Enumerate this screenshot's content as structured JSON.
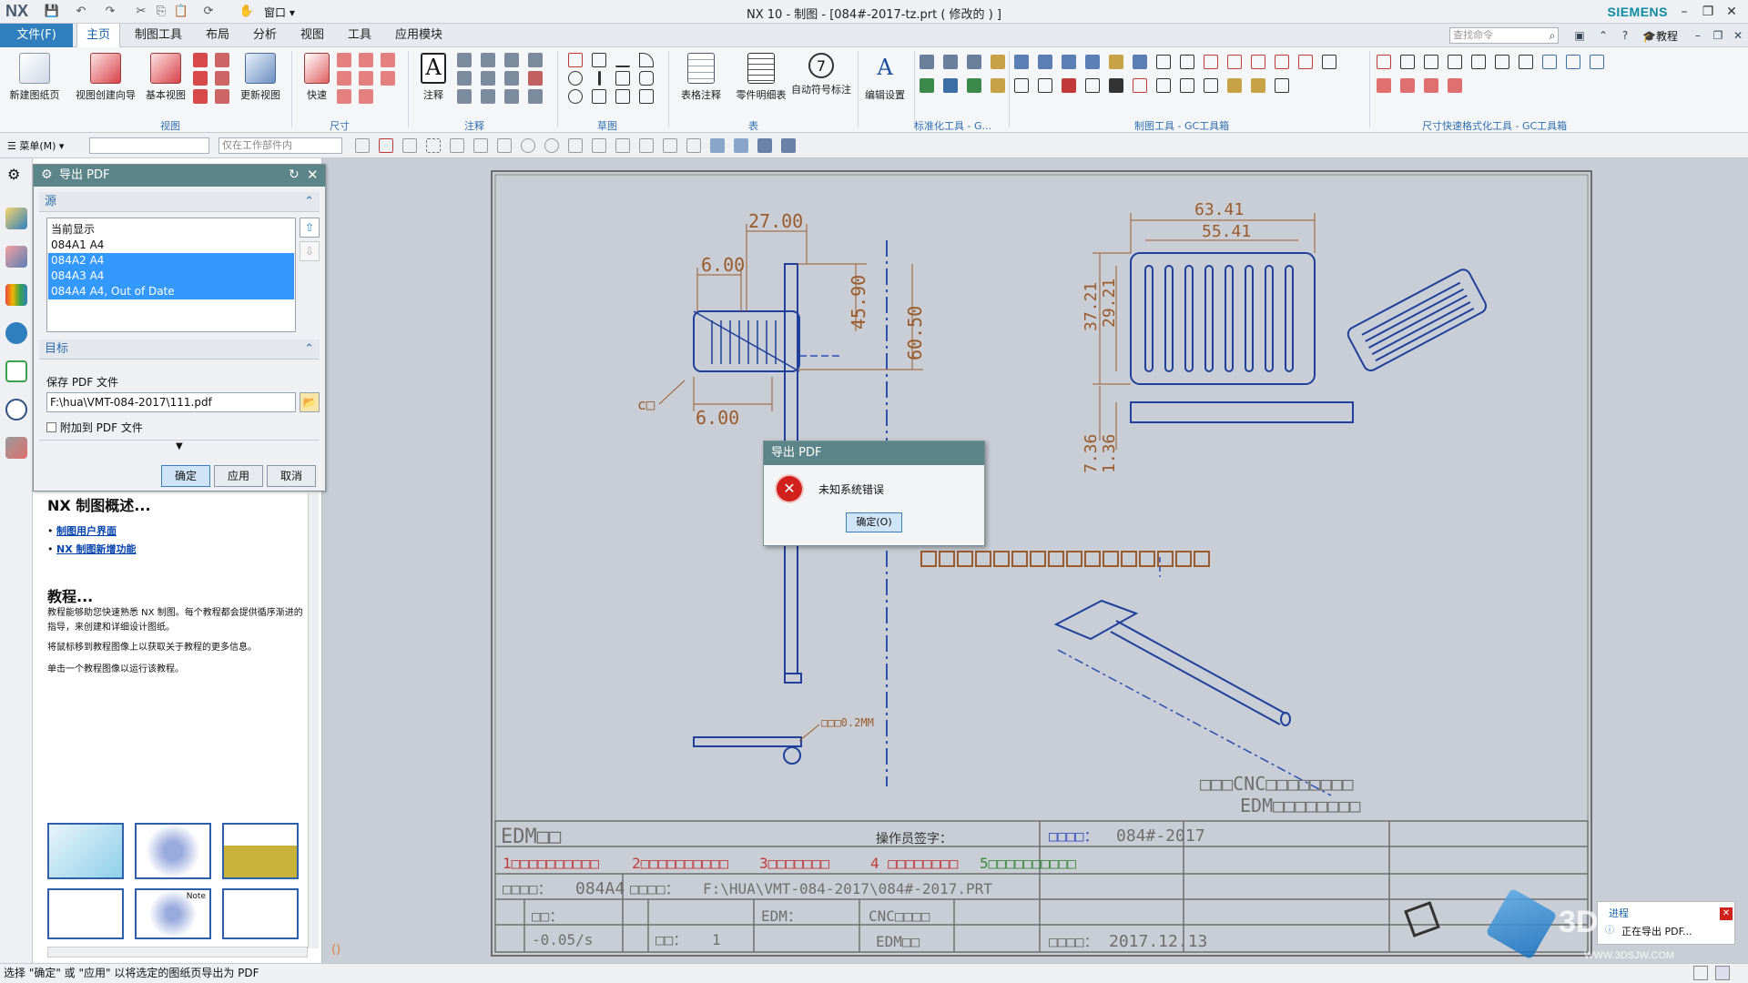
{
  "app": {
    "logo": "NX",
    "window_title": "NX 10 - 制图 - [084#-2017-tz.prt  ( 修改的 ) ]",
    "brand": "SIEMENS",
    "window_menu": "窗口"
  },
  "menubar": {
    "file": "文件(F)",
    "tabs": [
      "主页",
      "制图工具",
      "布局",
      "分析",
      "视图",
      "工具",
      "应用模块"
    ],
    "active_tab": "主页",
    "search_placeholder": "查找命令",
    "tutorial": "教程"
  },
  "ribbon": {
    "groups": [
      {
        "label": "视图",
        "buttons": [
          "新建图纸页",
          "视图创建向导",
          "基本视图",
          "更新视图"
        ]
      },
      {
        "label": "尺寸",
        "buttons": [
          "快速"
        ]
      },
      {
        "label": "注释",
        "buttons": [
          "注释"
        ]
      },
      {
        "label": "草图",
        "buttons": []
      },
      {
        "label": "表",
        "buttons": [
          "表格注释",
          "零件明细表",
          "自动符号标注"
        ]
      },
      {
        "label": "",
        "buttons": [
          "编辑设置"
        ]
      },
      {
        "label": "标准化工具 - G...",
        "buttons": []
      },
      {
        "label": "制图工具 - GC工具箱",
        "buttons": []
      },
      {
        "label": "尺寸快速格式化工具 - GC工具箱",
        "buttons": []
      }
    ]
  },
  "subbar": {
    "menu": "菜单(M)",
    "combo_hint": "仅在工作部件内"
  },
  "export_dialog": {
    "title": "导出 PDF",
    "source_label": "源",
    "sources": [
      {
        "text": "当前显示",
        "selected": false
      },
      {
        "text": "084A1  A4",
        "selected": false
      },
      {
        "text": "084A2  A4",
        "selected": true
      },
      {
        "text": "084A3  A4",
        "selected": true
      },
      {
        "text": "084A4  A4, Out of Date",
        "selected": true
      }
    ],
    "target_label": "目标",
    "save_label": "保存 PDF 文件",
    "path": "F:\\hua\\VMT-084-2017\\111.pdf",
    "append_label": "附加到 PDF 文件",
    "ok": "确定",
    "apply": "应用",
    "cancel": "取消"
  },
  "help_panel": {
    "title": "NX 制图概述...",
    "links": [
      "制图用户界面",
      "NX 制图新增功能"
    ],
    "tutorial_heading": "教程...",
    "para1": "教程能够助您快速熟悉 NX 制图。每个教程都会提供循序渐进的指导，来创建和详细设计图纸。",
    "para2": "将鼠标移到教程图像上以获取关于教程的更多信息。",
    "para3": "单击一个教程图像以运行该教程。",
    "thumb_note": "Note"
  },
  "drawing": {
    "dims": [
      "27.00",
      "6.00",
      "45.90",
      "60.50",
      "6.00",
      "63.41",
      "55.41",
      "37.21",
      "29.21",
      "7.36",
      "1.36",
      "□□□0.2MM",
      "c□"
    ],
    "status_label": "\"084A4\"  ()",
    "title_block": {
      "company_line1": "□□□CNC□□□□□□□□",
      "company_line2": "EDM□□□□□□□□",
      "edm": "EDM□□",
      "operator": "操作员签字：",
      "drawing_no_label": "□□□□：",
      "drawing_no": "084#-2017",
      "sheet_label": "□□□□：",
      "sheet": "084A4",
      "file_label": "□□□□：",
      "file": "F:\\HUA\\VMT-084-2017\\084#-2017.PRT",
      "date_label": "□□□□：",
      "date": "2017.12.13",
      "rate_label": "□□：",
      "rate": "-0.05/s",
      "count_label": "□□：",
      "count": "1",
      "edm_label": "EDM：",
      "cnc_label": "CNC□□□□",
      "edm2": "EDM□□",
      "steps": [
        "1□□□□□□□□□□",
        "2□□□□□□□□□□",
        "3□□□□□□□",
        "4 □□□□□□□□",
        "5□□□□□□□□□□"
      ]
    }
  },
  "error_dialog": {
    "title": "导出 PDF",
    "message": "未知系统错误",
    "ok": "确定(O)"
  },
  "toast": {
    "title": "进程",
    "message": "正在导出 PDF..."
  },
  "watermark": {
    "text": "3D",
    "url": "WWW.3DSJW.COM"
  },
  "statusbar": {
    "text": "选择 \"确定\" 或 \"应用\" 以将选定的图纸页导出为 PDF"
  },
  "colors": {
    "dialog_header": "#5b8589",
    "selection": "#3399ff",
    "drawing_blue": "#1f3f9a",
    "drawing_brown": "#9a5a2a",
    "title_block_text": "#5e5e5e"
  }
}
